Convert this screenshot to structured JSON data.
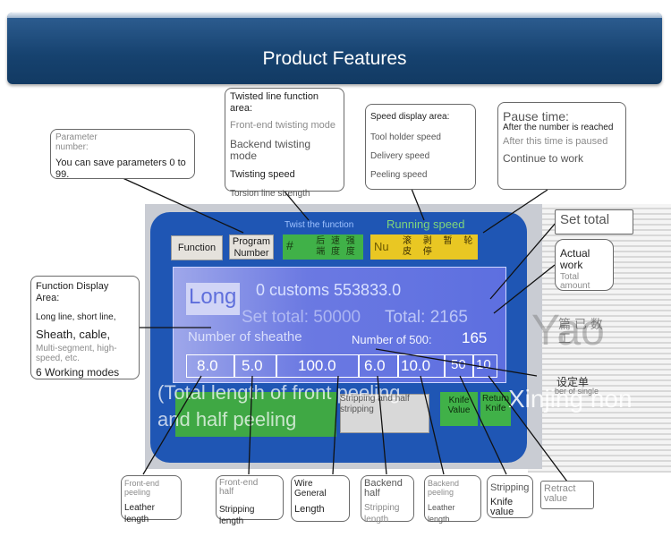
{
  "banner": {
    "title": "Product Features"
  },
  "device": {
    "buttons": {
      "function": "Function",
      "program_number": "Program Number",
      "knife_value": "Knife Value",
      "return_knife": "Return Knife",
      "chars_green": "#",
      "twist_chars": "后 速 强 端 度 度",
      "run_chars": "滚 剥 暂 轮 皮 停",
      "nu": "Nu"
    },
    "labels": {
      "twist_function": "Twist the function",
      "running_speed": "Running speed"
    },
    "lcd": {
      "mode": "Long",
      "customs": "0 customs 553833.0",
      "set_total": "Set total: 50000",
      "total": "Total: 2165",
      "number_of_sheath": "Number of sheathe",
      "number_of_500": "Number of 500:",
      "count": "165",
      "values": [
        "8.0",
        "5.0",
        "100.0",
        "6.0",
        "10.0",
        "50",
        "10"
      ]
    },
    "overlay": {
      "big_text": "(Total length of front peeling and half peeling",
      "stripping": "Stripping and half stripping",
      "watermark_1": "Yao",
      "watermark_2": "Xinjing hon",
      "right_chars_1": "篇 已 数 工",
      "right_chars_2": "设定单",
      "right_small": "ber of single"
    }
  },
  "callouts": {
    "parameter": {
      "title": "Parameter number:",
      "text": "You can save parameters 0 to 99."
    },
    "twisted": {
      "title": "Twisted line function area:",
      "line1": "Front-end twisting mode",
      "line2": "Backend twisting mode",
      "line3": "Twisting speed",
      "line4": "Torsion line strength"
    },
    "speed": {
      "title": "Speed display area:",
      "line1": "Tool holder speed",
      "line2": "Delivery speed",
      "line3": "Peeling speed"
    },
    "pause": {
      "title": "Pause time:",
      "line1": "After the number is reached",
      "line2": "After this time is paused",
      "line3": "Continue to work"
    },
    "set_total": {
      "title": "Set total"
    },
    "actual_work": {
      "title": "Actual work",
      "sub": "Total amount"
    },
    "function_display": {
      "title": "Function Display Area:",
      "line1": "Long line, short line,",
      "line2": "Sheath, cable,",
      "line3": "Multi-segment, high-speed, etc.",
      "line4": "6 Working modes"
    },
    "bottom": [
      {
        "top": "Front-end peeling",
        "bottom": "Leather length"
      },
      {
        "top": "Front-end half",
        "bottom": "Stripping length"
      },
      {
        "top": "Wire General",
        "bottom": "Length"
      },
      {
        "top": "Backend half",
        "bottom": "Stripping length"
      },
      {
        "top": "Backend peeling",
        "bottom": "Leather length"
      },
      {
        "top": "Stripping",
        "bottom": "Knife value"
      },
      {
        "top": "Retract value",
        "bottom": ""
      }
    ]
  }
}
